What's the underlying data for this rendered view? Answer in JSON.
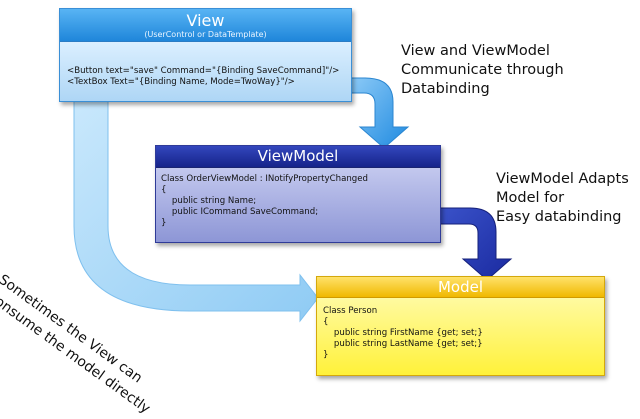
{
  "view": {
    "title": "View",
    "subtitle": "(UserControl or DataTemplate)",
    "code": "<Button text=\"save\" Command=\"{Binding SaveCommand]\"/>\n<TextBox Text=\"{Binding Name, Mode=TwoWay}\"/>"
  },
  "viewmodel": {
    "title": "ViewModel",
    "code": "Class OrderViewModel : INotifyPropertyChanged\n{\n    public string Name;\n    public ICommand SaveCommand;\n}"
  },
  "model": {
    "title": "Model",
    "code": "Class Person\n{\n    public string FirstName {get; set;}\n    public string LastName {get; set;}\n}"
  },
  "notes": {
    "view_to_viewmodel": "View and ViewModel\nCommunicate through\nDatabinding",
    "viewmodel_to_model": "ViewModel Adapts\nModel for\nEasy databinding",
    "view_to_model": "Sometimes the View can\nConsume the model directly"
  },
  "colors": {
    "view_arrow": "#3ea2ee",
    "view_to_model_arrow": "#a9d8f8",
    "viewmodel_arrow": "#2b43b8"
  }
}
